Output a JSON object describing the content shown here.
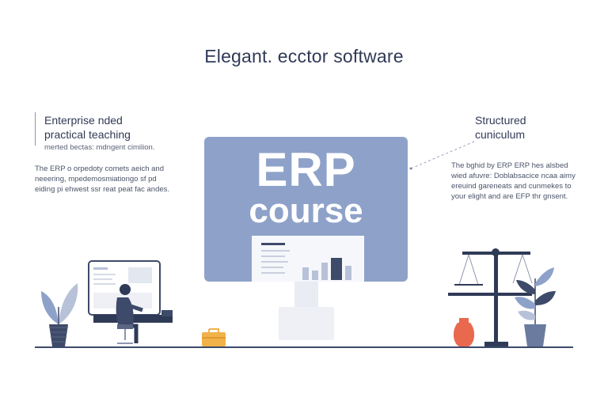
{
  "page": {
    "title": "Elegant. ecctor software"
  },
  "left_callout": {
    "heading_line1": "Enterprise nded",
    "heading_line2": "practical teaching",
    "subline": "merted bectas: mdngent cimilion.",
    "body_line1": "The ERP o orpedoty comets aeich and",
    "body_line2": "neeering, mpedemosmiationgo sf pd",
    "body_line3": "eiding pi ehwest ssr reat peat fac andes."
  },
  "right_callout": {
    "heading_line1": "Structured",
    "heading_line2": "cuniculum",
    "body_line1": "The bghid by ERP ERP hes alsbed",
    "body_line2": "wied afuvre: Doblabsacice ncaa aimy",
    "body_line3": "ereuind gareneats and cunmekes to",
    "body_line4": "your elight and are EFP thr gnsent."
  },
  "monitor": {
    "line1": "ERP",
    "line2": "course"
  },
  "colors": {
    "navy": "#2f3a56",
    "screen_blue": "#8ea2c9",
    "accent_orange": "#e9694f",
    "accent_yellow": "#f1b24a"
  }
}
